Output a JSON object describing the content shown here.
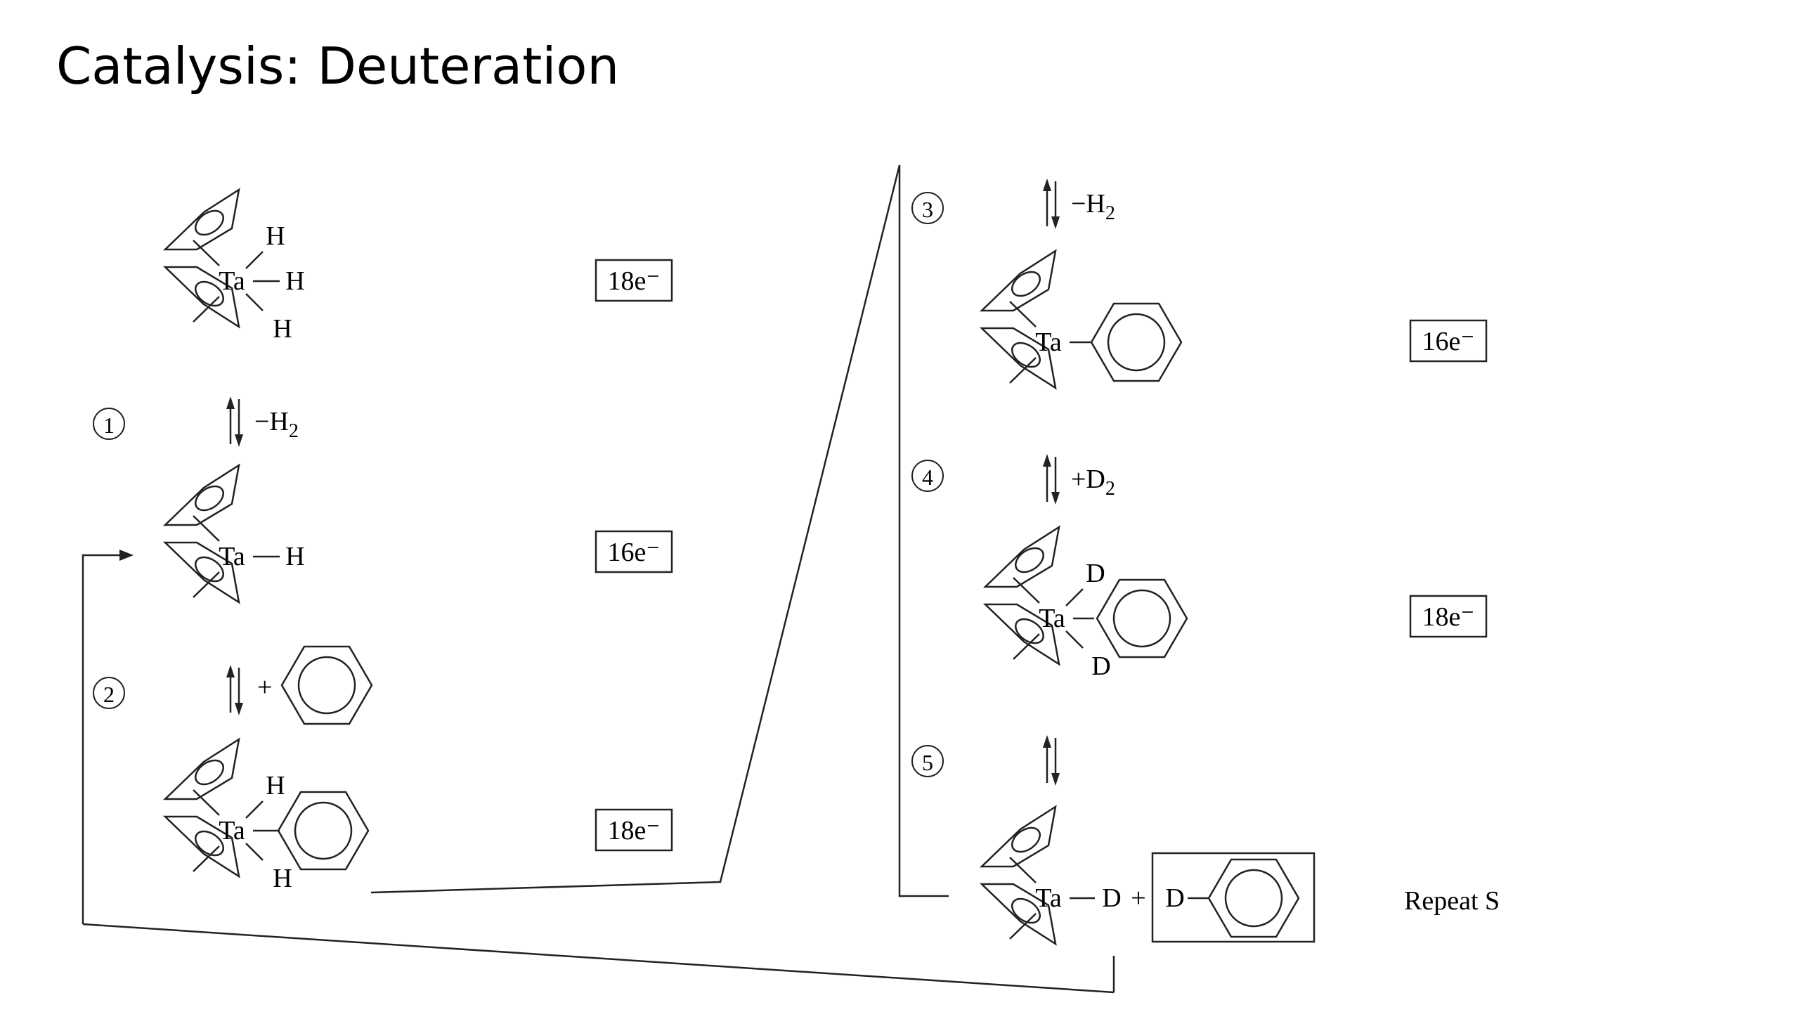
{
  "title": "Catalysis: Deuteration",
  "steps": {
    "s1": {
      "num": "1",
      "reagent": "−H",
      "sub": "2"
    },
    "s2": {
      "num": "2",
      "reagent": "+"
    },
    "s3": {
      "num": "3",
      "reagent": "−H",
      "sub": "2"
    },
    "s4": {
      "num": "4",
      "reagent": "+D",
      "sub": "2"
    },
    "s5": {
      "num": "5"
    }
  },
  "electron_counts": {
    "a": "18e⁻",
    "b": "16e⁻",
    "c": "18e⁻",
    "d": "16e⁻",
    "e": "18e⁻"
  },
  "atoms": {
    "metal": "Ta",
    "hydrogen": "H",
    "deuterium": "D"
  },
  "product_plus": "+",
  "repeat_label": "Repeat S"
}
